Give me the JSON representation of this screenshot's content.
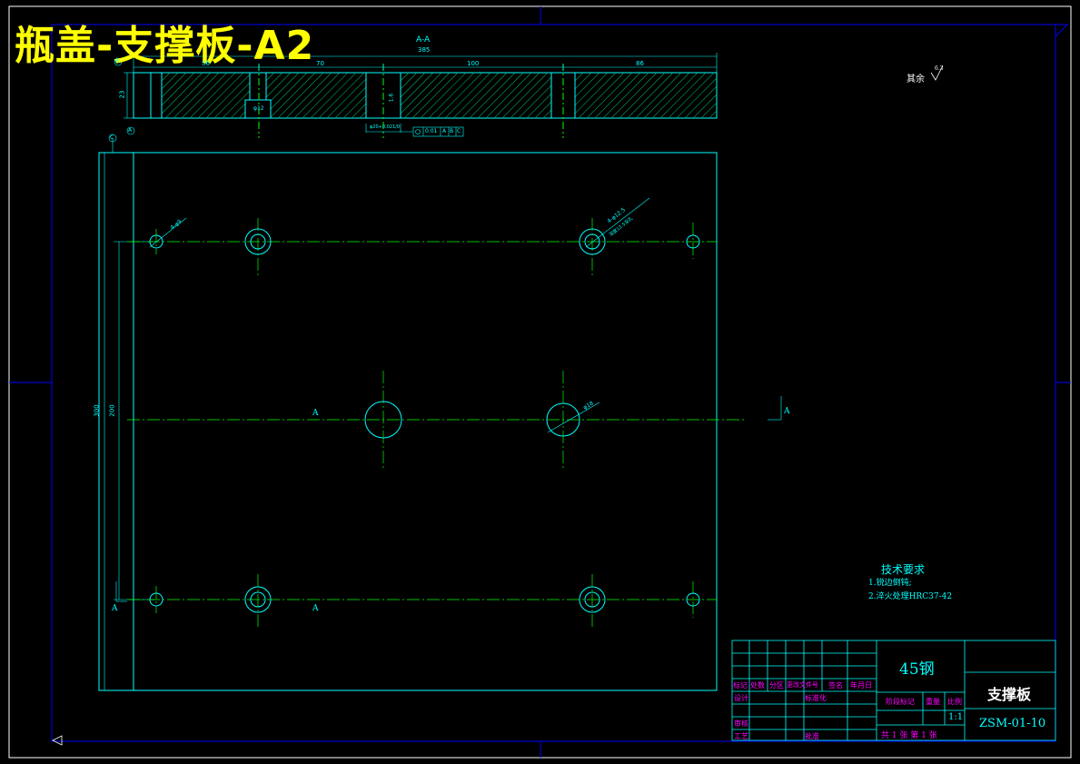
{
  "title": "瓶盖-支撑板-A2",
  "section": {
    "label": "A-A",
    "overall": "385",
    "segments": [
      "56",
      "70",
      "100",
      "86"
    ],
    "thickness": "23",
    "datum_b": "B",
    "datum_a": "A",
    "datum_c": "C",
    "hole_tol": "φ20+0.021/0",
    "position_tol": "0.01",
    "tol_refs": [
      "A",
      "B",
      "C"
    ],
    "hole_note": "φ12",
    "roughness_mark": "1.6"
  },
  "plan": {
    "dim_300": "300",
    "dim_200": "200",
    "note_left": "4-φ9",
    "note_right_1": "4-φ12.5",
    "note_right_2": "深度12.5深孔",
    "center_dia": "φ18",
    "cut_marks": [
      "A",
      "A",
      "A",
      "A"
    ]
  },
  "roughness": {
    "label": "其余",
    "value": "6.3"
  },
  "tech_requirements": {
    "heading": "技术要求",
    "items": [
      "1.锐边倒钝;",
      "2.淬火处理HRC37-42"
    ]
  },
  "title_block": {
    "material": "45钢",
    "part_name": "支撑板",
    "drawing_no": "ZSM-01-10",
    "row_headers": [
      "标记",
      "处数",
      "分区",
      "更改文件号",
      "签名",
      "年月日"
    ],
    "design": "设计",
    "standardize": "标准化",
    "review": "审核",
    "process": "工艺",
    "approve": "批准",
    "stage": "阶段标记",
    "weight": "重量",
    "scale_label": "比例",
    "scale": "1:1",
    "sheets": "共 1 张 第 1 张"
  },
  "colors": {
    "frame": "#0000ff",
    "outline": "#00ffff",
    "center": "#00ff00",
    "hatch": "#00ff00",
    "title": "#ffff00",
    "label": "#ff00ff"
  }
}
